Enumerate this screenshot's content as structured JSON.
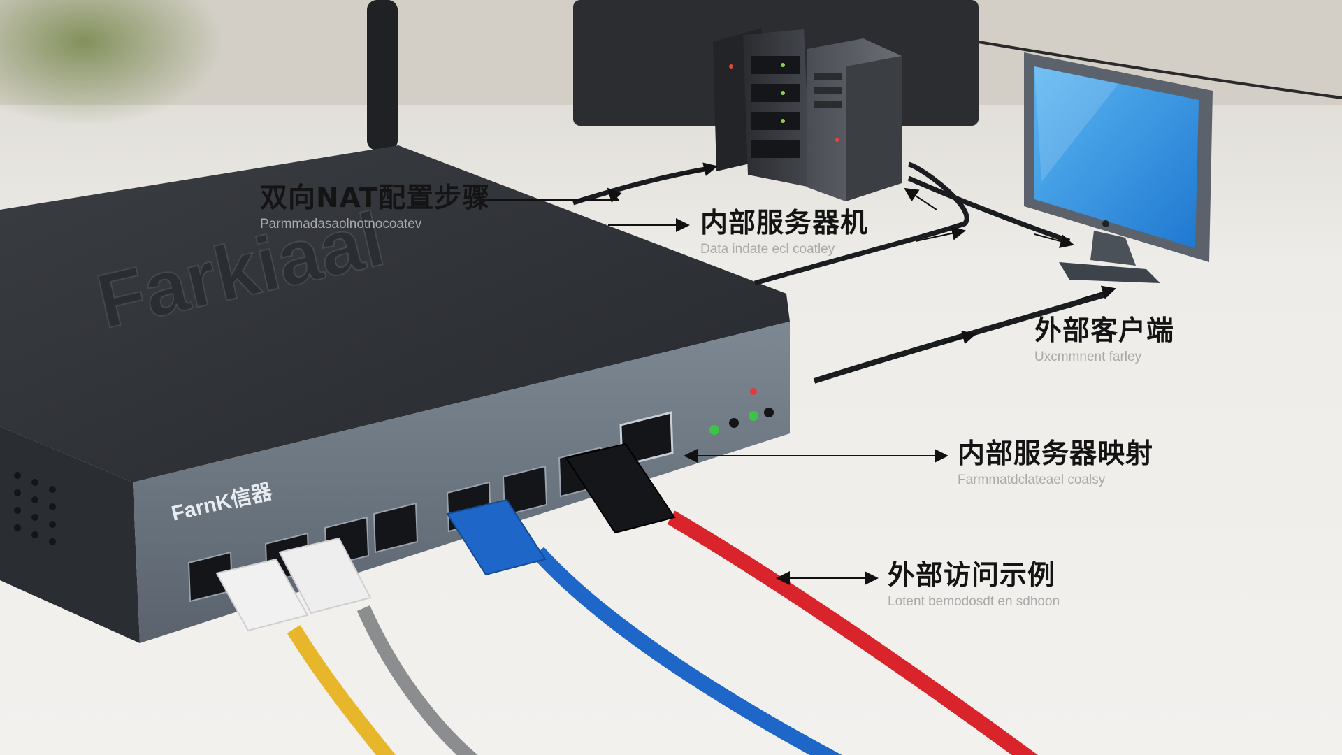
{
  "callouts": {
    "steps": {
      "title": "双向NAT配置步骤",
      "sub": "Parmmadasaolnotnocoatev"
    },
    "server": {
      "title": "内部服务器机",
      "sub": "Data indate ecl coatley"
    },
    "client": {
      "title": "外部客户端",
      "sub": "Uxcmmnent farley"
    },
    "mapping": {
      "title": "内部服务器映射",
      "sub": "Farmmatdclateael coalsy"
    },
    "access": {
      "title": "外部访问示例",
      "sub": "Lotent bemodosdt en sdhoon"
    }
  },
  "device": {
    "lid_brand": "Farkiaal",
    "front_brand": "FarnK信器"
  },
  "colors": {
    "device_body": "#2f3236",
    "front_panel": "#6c7681",
    "cable_red": "#d8242a",
    "cable_blue": "#1e66c8",
    "cable_yellow": "#e8b62a",
    "cable_gray": "#8b8d8f",
    "screen_blue": "#3a9ae6",
    "text": "#141414",
    "subtext": "#a9a9a9"
  }
}
